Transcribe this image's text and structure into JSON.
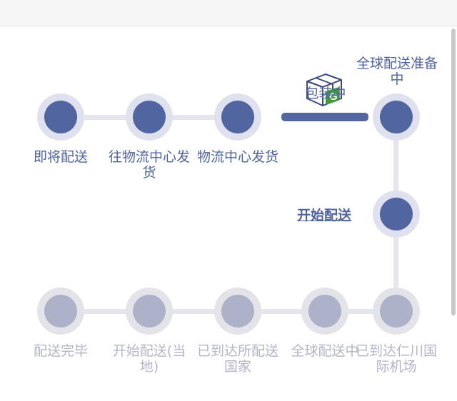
{
  "colors": {
    "active": "#5165a0",
    "active_ring": "#dfe1ee",
    "pending": "#aeb2c8",
    "pending_ring": "#e3e4ea",
    "line": "#e5e5ee"
  },
  "current_step": {
    "label": "包装中",
    "icon": "package-box-icon",
    "icon_letter": "G"
  },
  "steps": [
    {
      "label": "即将配送",
      "status": "done"
    },
    {
      "label": "往物流中心发货",
      "status": "done"
    },
    {
      "label": "物流中心发货",
      "status": "done"
    },
    {
      "label": "全球配送准备中",
      "status": "done"
    },
    {
      "label": "开始配送",
      "status": "done"
    },
    {
      "label": "已到达仁川国际机场",
      "status": "pending"
    },
    {
      "label": "全球配送中",
      "status": "pending"
    },
    {
      "label": "已到达所配送国家",
      "status": "pending"
    },
    {
      "label": "开始配送(当地)",
      "status": "pending"
    },
    {
      "label": "配送完毕",
      "status": "pending"
    }
  ]
}
